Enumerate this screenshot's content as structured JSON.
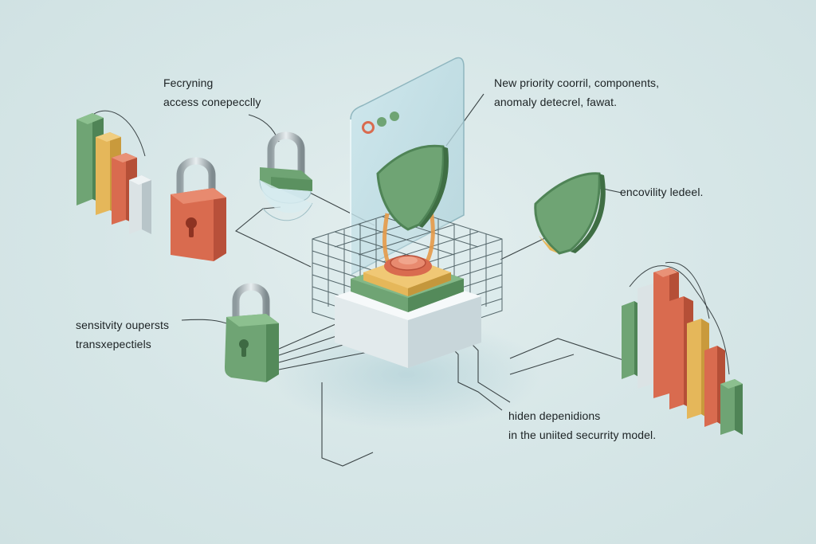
{
  "labels": {
    "top_left": {
      "line1": "Fecryning",
      "line2": "access conepecclly"
    },
    "top_right": {
      "line1": "New priority coorril,  components,",
      "line2": "anomaly detecrel,  fawat."
    },
    "right": {
      "line1": "encovility ledeel."
    },
    "left": {
      "line1": "sensitvity oupersts",
      "line2": "transxepectiels"
    },
    "bottom": {
      "line1": "hiden depenidions",
      "line2": "in the uniited  securrity model."
    }
  },
  "icons": [
    "bar-chart-icon",
    "padlock-icon",
    "shield-icon",
    "browser-window-icon",
    "chip-icon"
  ],
  "colors": {
    "green": "#6fa474",
    "red": "#d96b4f",
    "yellow": "#e5b75a",
    "orange": "#e59a48",
    "grey": "#c7d3d6",
    "glass": "#b9d8de",
    "line": "#3b4446"
  }
}
